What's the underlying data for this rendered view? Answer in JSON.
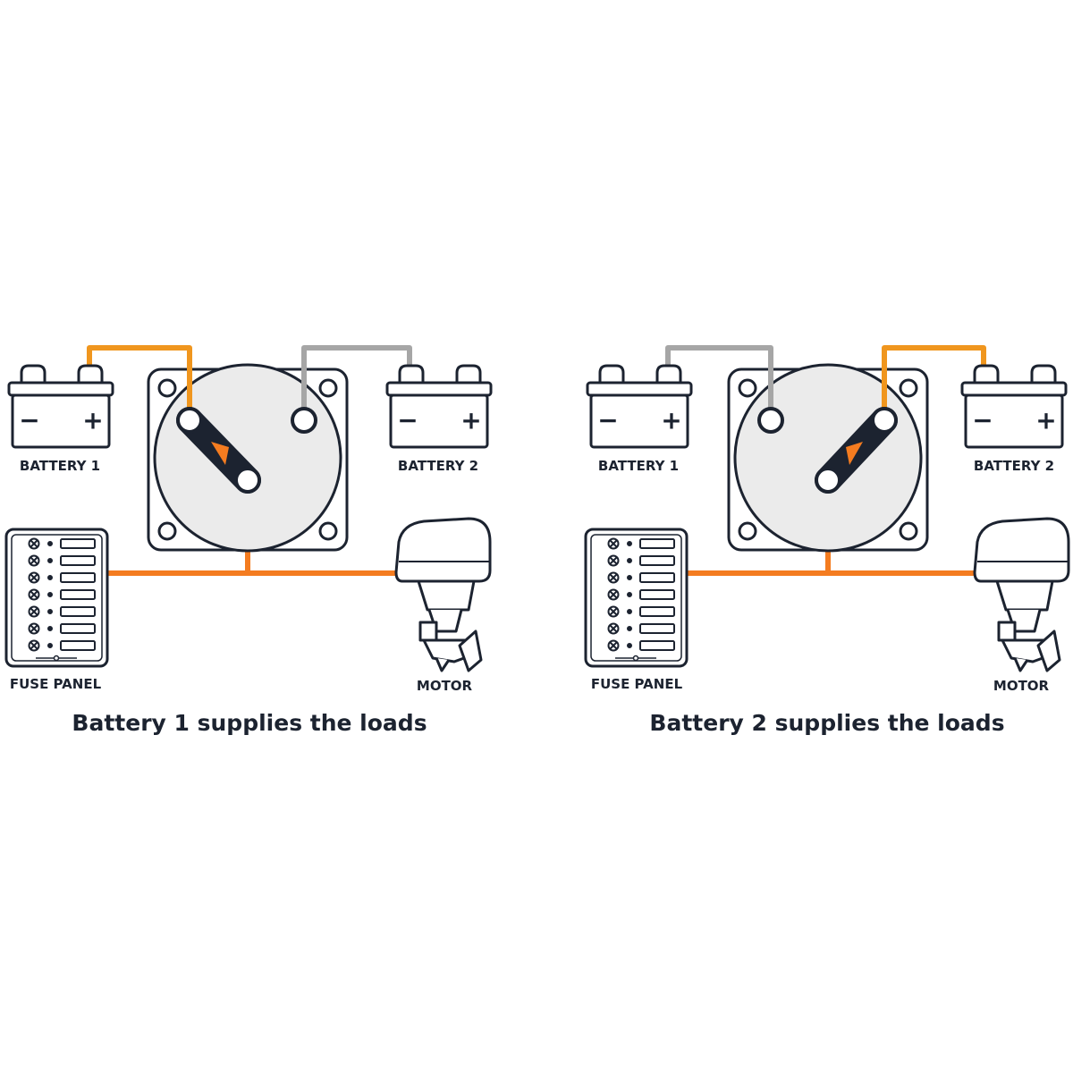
{
  "colors": {
    "active_wire": "#f47c20",
    "feed_wire": "#f0961e",
    "inactive_wire": "#a6a6a6",
    "outline": "#1c2330",
    "switch_face": "#ebebeb"
  },
  "panels": [
    {
      "active_battery": 1,
      "labels": {
        "battery_1": "BATTERY 1",
        "battery_2": "BATTERY 2",
        "fuse_panel": "FUSE PANEL",
        "motor": "MOTOR",
        "caption": "Battery 1 supplies the loads"
      }
    },
    {
      "active_battery": 2,
      "labels": {
        "battery_1": "BATTERY 1",
        "battery_2": "BATTERY 2",
        "fuse_panel": "FUSE PANEL",
        "motor": "MOTOR",
        "caption": "Battery 2 supplies the loads"
      }
    }
  ],
  "symbols": {
    "minus": "−",
    "plus": "+"
  },
  "icons": [
    "battery-icon",
    "battery-switch-icon",
    "fuse-panel-icon",
    "outboard-motor-icon"
  ]
}
